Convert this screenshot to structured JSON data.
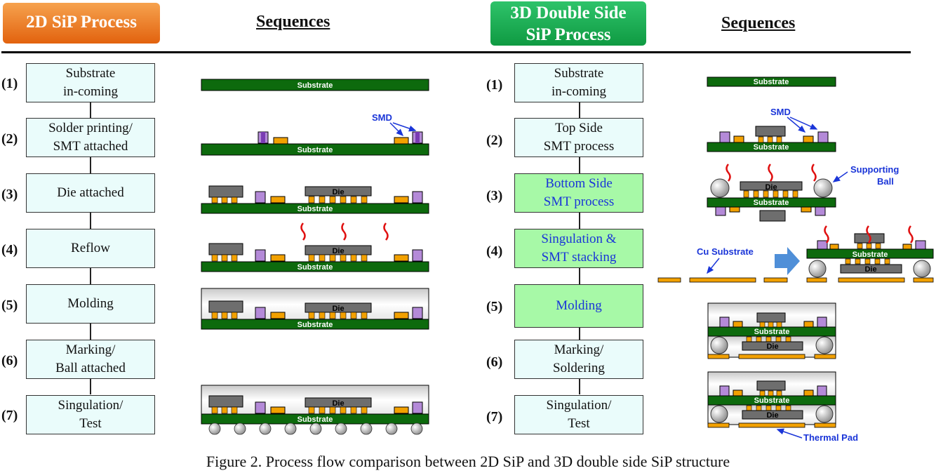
{
  "header": {
    "left_badge": "2D SiP Process",
    "left_sequences": "Sequences",
    "right_badge_line1": "3D Double Side",
    "right_badge_line2": "SiP Process",
    "right_sequences": "Sequences"
  },
  "left_steps": [
    {
      "num": "(1)",
      "line1": "Substrate",
      "line2": "in-coming"
    },
    {
      "num": "(2)",
      "line1": "Solder printing/",
      "line2": "SMT  attached"
    },
    {
      "num": "(3)",
      "line1": "Die attached",
      "line2": ""
    },
    {
      "num": "(4)",
      "line1": "Reflow",
      "line2": ""
    },
    {
      "num": "(5)",
      "line1": "Molding",
      "line2": ""
    },
    {
      "num": "(6)",
      "line1": "Marking/",
      "line2": "Ball attached"
    },
    {
      "num": "(7)",
      "line1": "Singulation/",
      "line2": "Test"
    }
  ],
  "right_steps": [
    {
      "num": "(1)",
      "line1": "Substrate",
      "line2": "in-coming"
    },
    {
      "num": "(2)",
      "line1": "Top Side",
      "line2": "SMT process"
    },
    {
      "num": "(3)",
      "line1": "Bottom Side",
      "line2": "SMT process"
    },
    {
      "num": "(4)",
      "line1": "Singulation  &",
      "line2": "SMT stacking"
    },
    {
      "num": "(5)",
      "line1": "Molding",
      "line2": ""
    },
    {
      "num": "(6)",
      "line1": "Marking/",
      "line2": "Soldering"
    },
    {
      "num": "(7)",
      "line1": "Singulation/",
      "line2": "Test"
    }
  ],
  "labels": {
    "substrate": "Substrate",
    "die": "Die",
    "smd": "SMD",
    "supporting_ball_1": "Supporting",
    "supporting_ball_2": "Ball",
    "cu_substrate": "Cu Substrate",
    "thermal_pad": "Thermal Pad"
  },
  "caption": "Figure 2. Process flow comparison between 2D SiP and 3D double side SiP structure",
  "colors": {
    "substrate": "#0d6a0d",
    "die": "#6e6e6e",
    "smd_purple": "#b48ad8",
    "smd_orange": "#f2a100",
    "solder_pad": "#e8a10a",
    "heat_wave": "#e01010",
    "annotation_blue": "#1a35d8",
    "arrow_blue": "#4f8fd8"
  }
}
